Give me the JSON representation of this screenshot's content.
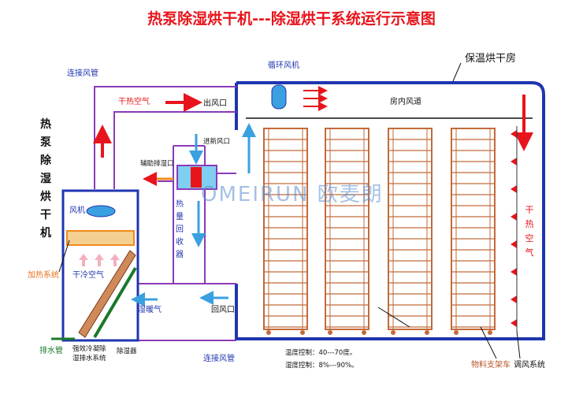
{
  "title": "热泵除湿烘干机---除湿烘干系统运行示意图",
  "left_vertical_label": [
    "热",
    "泵",
    "除",
    "湿",
    "烘",
    "干",
    "机"
  ],
  "labels": {
    "duct_top": "连接风管",
    "duct_bottom": "连接风管",
    "dry_hot_air": "干热空气",
    "outlet": "出风口",
    "circulation_fan": "循环风机",
    "insulated_room": "保温烘干房",
    "room_duct": "房内风道",
    "fresh_air_inlet": "进新风口",
    "aux_exhaust": "辅助排湿口",
    "fan": "风机",
    "heating_system": "加热系统",
    "dry_cold_air": "干冷空气",
    "wet_warm_air": "湿暖气",
    "return_inlet": "回风口",
    "drain_pipe": "排水管",
    "condense_system": "强效冷凝除\n湿排水系统",
    "dehumidifier": "除湿器",
    "temp_control": "温度控制：40---70度。",
    "humidity_control": "湿度控制：8%---90%。",
    "material_cart": "物料支架车",
    "air_adjust": "调风系统"
  },
  "heat_recovery_vertical": [
    "热",
    "量",
    "回",
    "收",
    "器"
  ],
  "dry_hot_air_vertical": [
    "干",
    "热",
    "空",
    "气"
  ],
  "watermark": "OMEIRUN 欧麦朗",
  "colors": {
    "red": "#e8141b",
    "blue": "#1f35b0",
    "purple": "#8a3ab9",
    "orange": "#f08a1e",
    "brown": "#c26a3a",
    "green": "#1a7a2a",
    "light_blue": "#3aa0e0"
  }
}
